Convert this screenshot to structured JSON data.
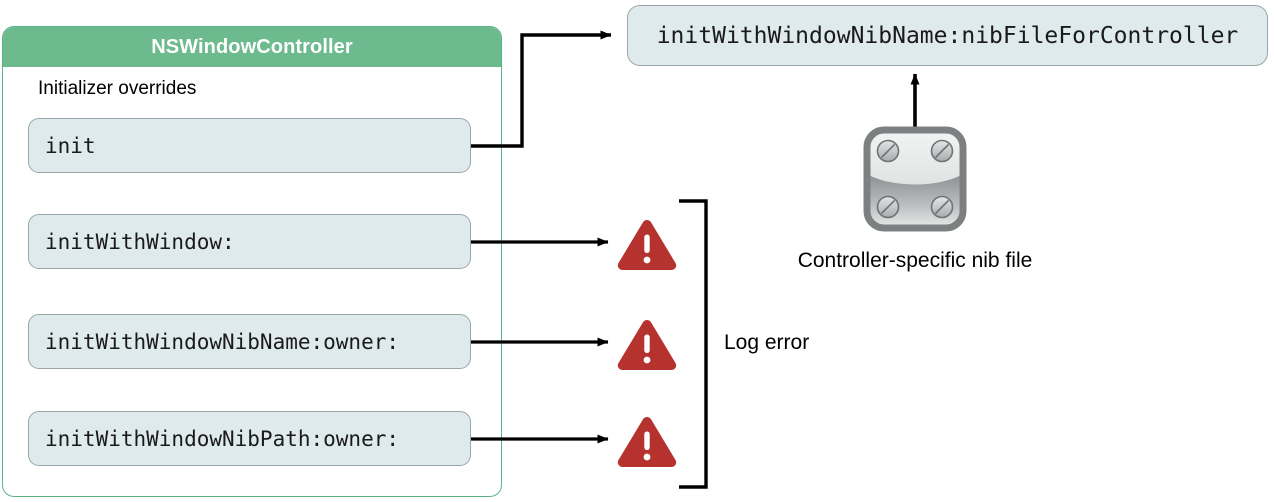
{
  "diagram": {
    "title": "NSWindowController initializer overrides",
    "class_box": {
      "header_title": "NSWindowController",
      "section_label": "Initializer overrides",
      "header_color": "#6dba8e",
      "border_color": "#5cb287",
      "methods": [
        {
          "name": "init"
        },
        {
          "name": "initWithWindow:"
        },
        {
          "name": "initWithWindowNibName:owner:"
        },
        {
          "name": "initWithWindowNibPath:owner:"
        }
      ]
    },
    "target_box": {
      "label": "initWithWindowNibName:nibFileForController",
      "fill_color": "#dfeaec",
      "border_color": "#9aa6a9"
    },
    "nib_file": {
      "caption": "Controller-specific nib file",
      "icon_name": "nib-file-icon"
    },
    "error_group": {
      "label": "Log error",
      "warning_color": "#b5322f",
      "warning_count": 3,
      "icon_name": "warning-triangle-icon"
    }
  }
}
